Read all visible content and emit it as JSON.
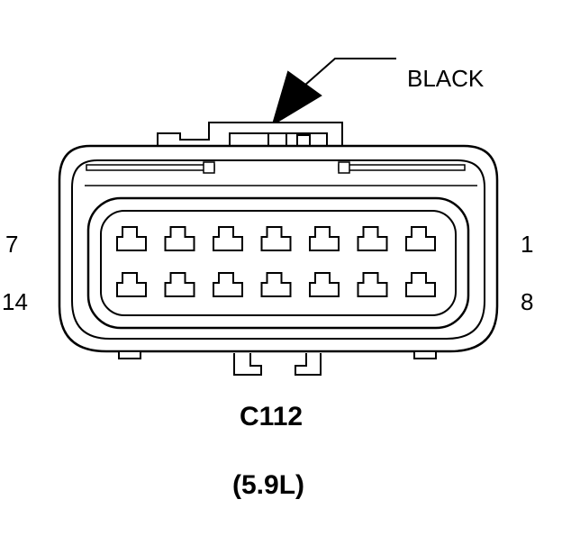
{
  "wire_color_label": "BLACK",
  "pin_labels": {
    "top_left": "7",
    "top_right": "1",
    "bottom_left": "14",
    "bottom_right": "8"
  },
  "connector_id": "C112",
  "engine_variant": "(5.9L)",
  "cavity_rows": [
    {
      "count": 7
    },
    {
      "count": 7
    }
  ]
}
